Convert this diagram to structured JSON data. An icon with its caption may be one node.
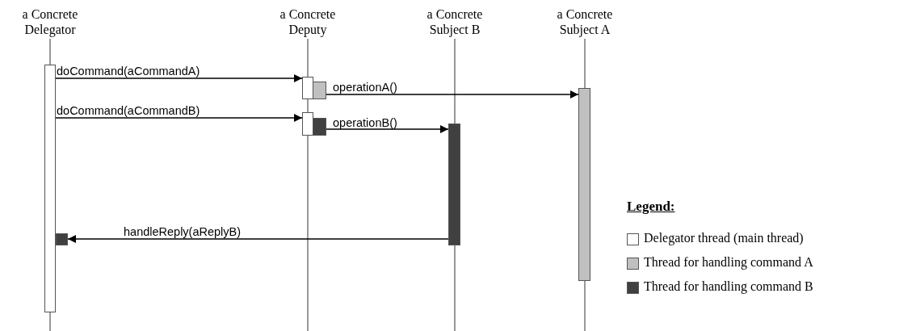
{
  "diagram": {
    "nodes": [
      {
        "text": [
          "a Concrete Delegator"
        ]
      },
      {
        "text": [
          "a Concrete Deputy"
        ]
      },
      {
        "text": [
          "a Concrete Subject B"
        ]
      },
      {
        "text": [
          "a Concrete Subject A"
        ]
      },
      {
        "text": [],
        "shape": "bar"
      },
      {
        "text": [],
        "shape": "bar"
      },
      {
        "text": [],
        "shape": "bar"
      },
      {
        "text": [],
        "shape": "bar"
      },
      {
        "text": [],
        "shape": "bar"
      },
      {
        "text": [],
        "shape": "bar"
      },
      {
        "text": [],
        "shape": "bar"
      },
      {
        "text": [],
        "shape": "bar"
      }
    ],
    "edges": [
      {
        "from": 4,
        "to": 5,
        "arrow": "to",
        "label": "doCommand(aCommandA)"
      },
      {
        "from": 6,
        "to": 10,
        "arrow": "to",
        "label": "operationA()"
      },
      {
        "from": 4,
        "to": 7,
        "arrow": "to",
        "label": "doCommand(aCommandB)"
      },
      {
        "from": 8,
        "to": 9,
        "arrow": "to",
        "label": "operationB()"
      },
      {
        "from": 9,
        "to": 11,
        "arrow": "to",
        "label": "handleReply(aReplyB)"
      }
    ],
    "labels": [
      "Legend:"
    ],
    "legend": [
      {
        "text": "Delegator thread (main thread)",
        "color": "#ffffff"
      },
      {
        "text": "Thread for handling command A",
        "color": "#c0c0c0"
      },
      {
        "text": "Thread for handling command B",
        "color": "#404040"
      }
    ]
  }
}
